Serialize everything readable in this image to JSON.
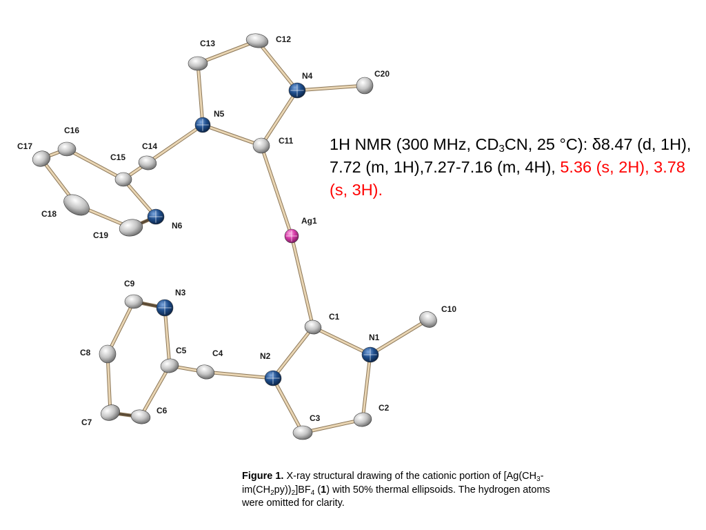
{
  "nmr": {
    "prefix": "1H NMR (300 MHz, CD",
    "sub3": "3",
    "mid": "CN, 25 °C): δ8.47 (d, 1H), 7.72 (m, 1H),7.27-7.16 (m, 4H), ",
    "highlight": "5.36 (s, 2H), 3.78 (s, 3H)."
  },
  "caption": {
    "label": "Figure 1.",
    "t1": " X-ray structural drawing of the cationic portion of [Ag(CH",
    "s1": "3",
    "t2": "-im(CH",
    "s2": "2",
    "t3": "py))",
    "s3": "2",
    "t4": "]BF",
    "s4": "4",
    "t5": " (",
    "num": "1",
    "t6": ") with 50% thermal ellipsoids. The hydrogen atoms were omitted for clarity."
  },
  "colors": {
    "carbon": "#b8b8b8",
    "nitrogen": "#1f4e8c",
    "silver": "#d63ca8",
    "bond": "#e9d5b3",
    "bond_dark": "#5a4a36"
  },
  "atoms": [
    {
      "id": "Ag1",
      "label": "Ag1",
      "el": "Ag"
    },
    {
      "id": "C1",
      "label": "C1",
      "el": "C"
    },
    {
      "id": "N1",
      "label": "N1",
      "el": "N"
    },
    {
      "id": "C2",
      "label": "C2",
      "el": "C"
    },
    {
      "id": "C3",
      "label": "C3",
      "el": "C"
    },
    {
      "id": "N2",
      "label": "N2",
      "el": "N"
    },
    {
      "id": "C10",
      "label": "C10",
      "el": "C"
    },
    {
      "id": "C4",
      "label": "C4",
      "el": "C"
    },
    {
      "id": "C5",
      "label": "C5",
      "el": "C"
    },
    {
      "id": "C6",
      "label": "C6",
      "el": "C"
    },
    {
      "id": "C7",
      "label": "C7",
      "el": "C"
    },
    {
      "id": "C8",
      "label": "C8",
      "el": "C"
    },
    {
      "id": "C9",
      "label": "C9",
      "el": "C"
    },
    {
      "id": "N3",
      "label": "N3",
      "el": "N"
    },
    {
      "id": "C11",
      "label": "C11",
      "el": "C"
    },
    {
      "id": "N4",
      "label": "N4",
      "el": "N"
    },
    {
      "id": "C12",
      "label": "C12",
      "el": "C"
    },
    {
      "id": "C13",
      "label": "C13",
      "el": "C"
    },
    {
      "id": "N5",
      "label": "N5",
      "el": "N"
    },
    {
      "id": "C20",
      "label": "C20",
      "el": "C"
    },
    {
      "id": "C14",
      "label": "C14",
      "el": "C"
    },
    {
      "id": "C15",
      "label": "C15",
      "el": "C"
    },
    {
      "id": "C16",
      "label": "C16",
      "el": "C"
    },
    {
      "id": "C17",
      "label": "C17",
      "el": "C"
    },
    {
      "id": "C18",
      "label": "C18",
      "el": "C"
    },
    {
      "id": "C19",
      "label": "C19",
      "el": "C"
    },
    {
      "id": "N6",
      "label": "N6",
      "el": "N"
    }
  ],
  "bonds": [
    [
      "Ag1",
      "C1"
    ],
    [
      "Ag1",
      "C11"
    ],
    [
      "C1",
      "N1"
    ],
    [
      "C1",
      "N2"
    ],
    [
      "N1",
      "C2"
    ],
    [
      "C2",
      "C3"
    ],
    [
      "C3",
      "N2"
    ],
    [
      "N1",
      "C10"
    ],
    [
      "N2",
      "C4"
    ],
    [
      "C4",
      "C5"
    ],
    [
      "C5",
      "C6"
    ],
    [
      "C6",
      "C7"
    ],
    [
      "C7",
      "C8"
    ],
    [
      "C8",
      "C9"
    ],
    [
      "C9",
      "N3"
    ],
    [
      "N3",
      "C5"
    ],
    [
      "C11",
      "N4"
    ],
    [
      "C11",
      "N5"
    ],
    [
      "N4",
      "C12"
    ],
    [
      "C12",
      "C13"
    ],
    [
      "C13",
      "N5"
    ],
    [
      "N4",
      "C20"
    ],
    [
      "N5",
      "C14"
    ],
    [
      "C14",
      "C15"
    ],
    [
      "C15",
      "C16"
    ],
    [
      "C16",
      "C17"
    ],
    [
      "C17",
      "C18"
    ],
    [
      "C18",
      "C19"
    ],
    [
      "C19",
      "N6"
    ],
    [
      "N6",
      "C15"
    ]
  ]
}
